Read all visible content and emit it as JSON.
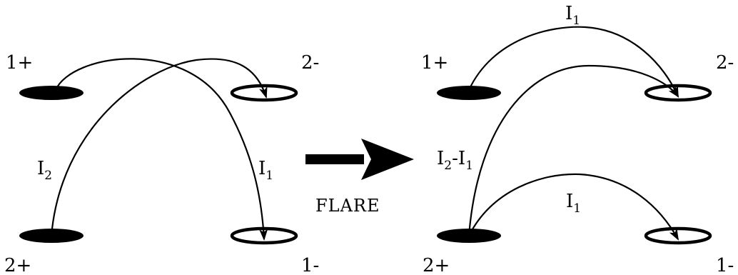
{
  "colors": {
    "ink": "#000000",
    "background": "#ffffff"
  },
  "transition_label": "FLARE",
  "left_panel": {
    "footpoints": {
      "p1_plus": "1+",
      "p2_minus": "2-",
      "p2_plus": "2+",
      "p1_minus": "1-"
    },
    "currents": {
      "loop_a": {
        "base": "I",
        "sub": "2"
      },
      "loop_b": {
        "base": "I",
        "sub": "1"
      }
    }
  },
  "right_panel": {
    "footpoints": {
      "p1_plus": "1+",
      "p2_minus": "2-",
      "p2_plus": "2+",
      "p1_minus": "1-"
    },
    "currents": {
      "top": {
        "base": "I",
        "sub": "1"
      },
      "middle": {
        "base": "I",
        "sub": "2",
        "minus": "-",
        "base2": "I",
        "sub2": "1"
      },
      "bottom": {
        "base": "I",
        "sub": "1"
      }
    }
  }
}
